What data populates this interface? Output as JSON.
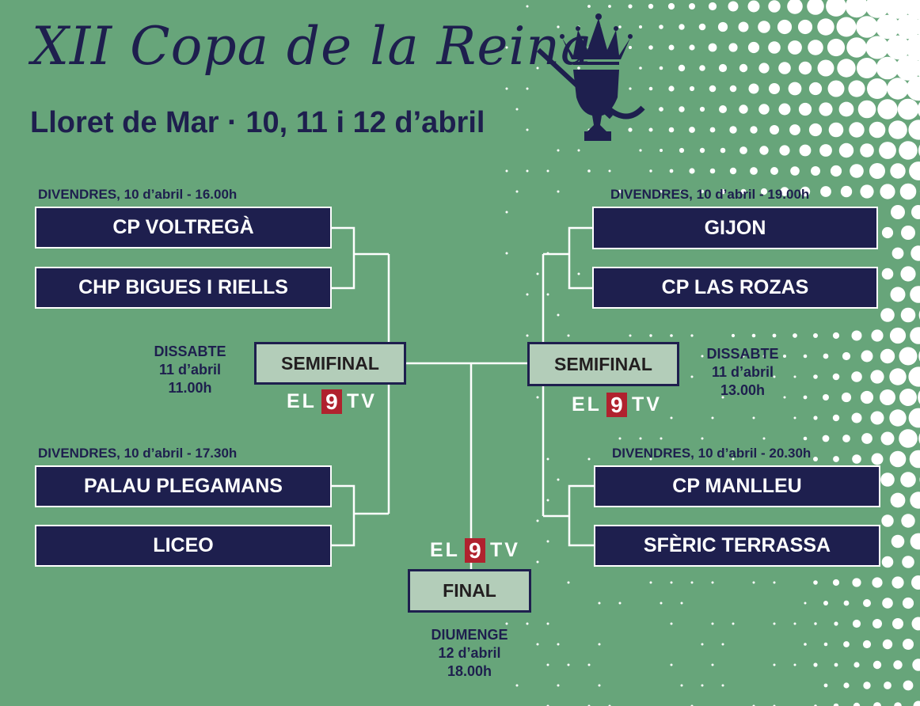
{
  "header": {
    "title": "XII Copa de la Reina",
    "subtitle": "Lloret de Mar · 10, 11 i 12 d’abril"
  },
  "quarterfinals": [
    {
      "date": "DIVENDRES, 10 d’abril - 16.00h",
      "teams": [
        "CP VOLTREGÀ",
        "CHP BIGUES I RIELLS"
      ]
    },
    {
      "date": "DIVENDRES, 10 d’abril  - 17.30h",
      "teams": [
        "PALAU PLEGAMANS",
        "LICEO"
      ]
    },
    {
      "date": "DIVENDRES, 10 d’abril  - 19.00h",
      "teams": [
        "GIJON",
        "CP LAS ROZAS"
      ]
    },
    {
      "date": "DIVENDRES, 10 d’abril  - 20.30h",
      "teams": [
        "CP MANLLEU",
        "SFÈRIC TERRASSA"
      ]
    }
  ],
  "semifinals": [
    {
      "label": "SEMIFINAL",
      "day": "DISSABTE",
      "date": "11 d’abril",
      "time": "11.00h"
    },
    {
      "label": "SEMIFINAL",
      "day": "DISSABTE",
      "date": "11 d’abril",
      "time": "13.00h"
    }
  ],
  "final": {
    "label": "FINAL",
    "day": "DIUMENGE",
    "date": "12 d’abril",
    "time": "18.00h"
  },
  "broadcaster": {
    "prefix": "EL",
    "number": "9",
    "suffix": "TV"
  },
  "colors": {
    "background": "#67a57a",
    "navy": "#1e1f4e",
    "round_box": "#b3cdb9",
    "tv_red": "#b0222e"
  }
}
